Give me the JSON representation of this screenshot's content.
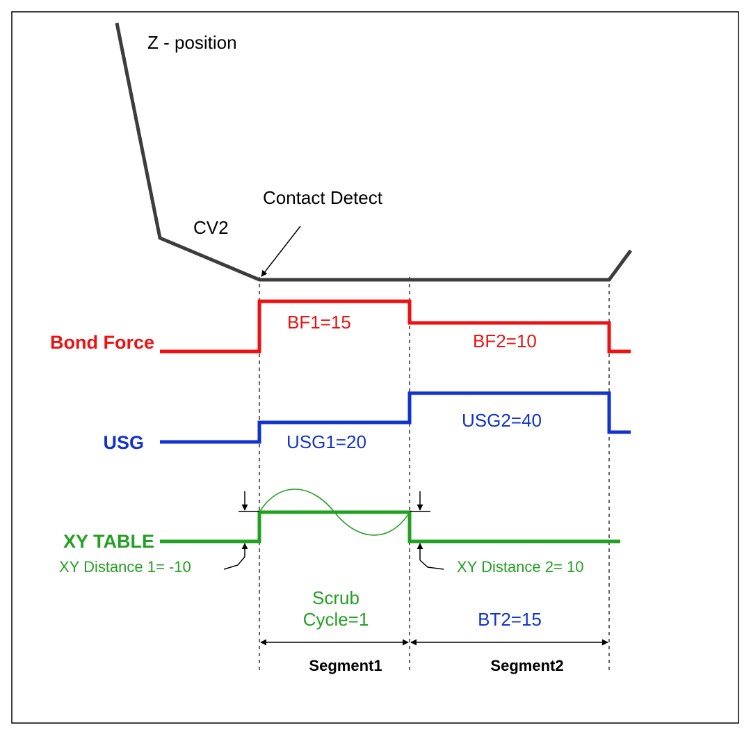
{
  "labels": {
    "z_position": "Z - position",
    "cv2": "CV2",
    "contact_detect": "Contact Detect",
    "bond_force": "Bond Force",
    "usg": "USG",
    "xy_table": "XY TABLE"
  },
  "values": {
    "bf1": "BF1=15",
    "bf2": "BF2=10",
    "usg1": "USG1=20",
    "usg2": "USG2=40",
    "xy_distance_1": "XY Distance 1= -10",
    "xy_distance_2": "XY Distance 2= 10",
    "scrub": "Scrub",
    "cycle": "Cycle=1",
    "bt2": "BT2=15"
  },
  "segments": {
    "segment1": "Segment1",
    "segment2": "Segment2"
  },
  "colors": {
    "z_position": "#3c3c3c",
    "bond_force": "#ee1111",
    "usg": "#1133cc",
    "xy_table": "#22a022"
  }
}
